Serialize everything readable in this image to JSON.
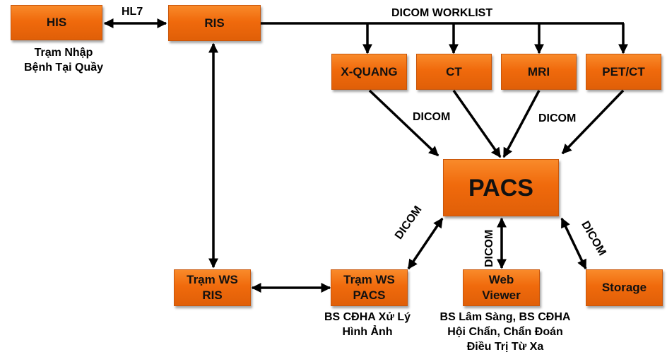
{
  "diagram": {
    "nodes": {
      "his": "HIS",
      "ris": "RIS",
      "xquang": "X-QUANG",
      "ct": "CT",
      "mri": "MRI",
      "petct": "PET/CT",
      "pacs": "PACS",
      "ws_ris": [
        "Trạm WS",
        "RIS"
      ],
      "ws_pacs": [
        "Trạm WS",
        "PACS"
      ],
      "web_viewer": [
        "Web",
        "Viewer"
      ],
      "storage": "Storage"
    },
    "captions": {
      "his": [
        "Trạm Nhập",
        "Bệnh Tại Quầy"
      ],
      "ws_pacs": [
        "BS CĐHA Xử Lý",
        "Hình Ảnh"
      ],
      "web_viewer": [
        "BS Lâm Sàng, BS CĐHA",
        "Hội Chẩn, Chẩn Đoán",
        "Điều Trị Từ Xa"
      ]
    },
    "edge_labels": {
      "his_ris": "HL7",
      "worklist": "DICOM WORKLIST",
      "modalities_left": "DICOM",
      "modalities_right": "DICOM",
      "pacs_ws": "DICOM",
      "pacs_web": "DICOM",
      "pacs_storage": "DICOM"
    },
    "edges": [
      {
        "from": "HIS",
        "to": "RIS",
        "label": "HL7",
        "direction": "both"
      },
      {
        "from": "RIS",
        "to": "X-QUANG",
        "label": "DICOM WORKLIST",
        "direction": "forward"
      },
      {
        "from": "RIS",
        "to": "CT",
        "label": "DICOM WORKLIST",
        "direction": "forward"
      },
      {
        "from": "RIS",
        "to": "MRI",
        "label": "DICOM WORKLIST",
        "direction": "forward"
      },
      {
        "from": "RIS",
        "to": "PET/CT",
        "label": "DICOM WORKLIST",
        "direction": "forward"
      },
      {
        "from": "X-QUANG",
        "to": "PACS",
        "label": "DICOM",
        "direction": "forward"
      },
      {
        "from": "CT",
        "to": "PACS",
        "label": "DICOM",
        "direction": "forward"
      },
      {
        "from": "MRI",
        "to": "PACS",
        "label": "DICOM",
        "direction": "forward"
      },
      {
        "from": "PET/CT",
        "to": "PACS",
        "label": "DICOM",
        "direction": "forward"
      },
      {
        "from": "RIS",
        "to": "Trạm WS RIS",
        "label": "",
        "direction": "both"
      },
      {
        "from": "Trạm WS RIS",
        "to": "Trạm WS PACS",
        "label": "",
        "direction": "both"
      },
      {
        "from": "PACS",
        "to": "Trạm WS PACS",
        "label": "DICOM",
        "direction": "both"
      },
      {
        "from": "PACS",
        "to": "Web Viewer",
        "label": "DICOM",
        "direction": "both"
      },
      {
        "from": "PACS",
        "to": "Storage",
        "label": "DICOM",
        "direction": "both"
      }
    ]
  }
}
